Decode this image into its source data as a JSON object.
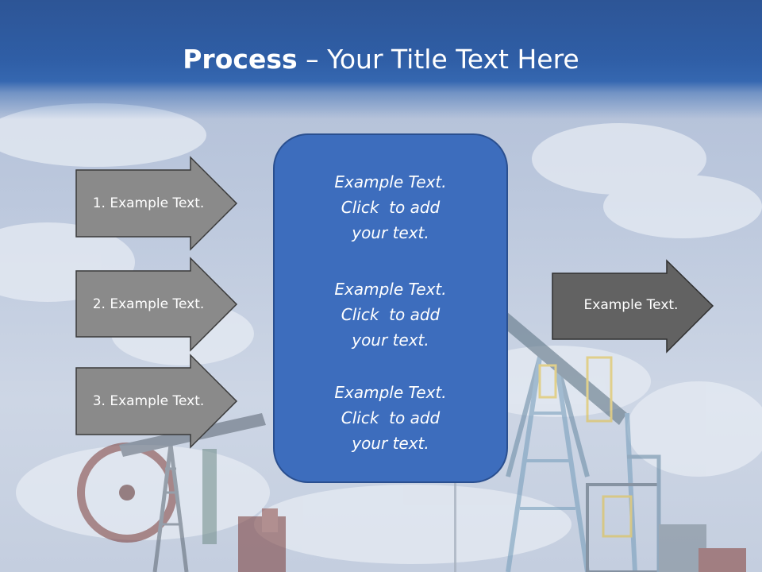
{
  "slide": {
    "title_bold": "Process",
    "title_rest": " – Your Title Text Here"
  },
  "left_arrows": [
    {
      "label": "1. Example Text."
    },
    {
      "label": "2. Example Text."
    },
    {
      "label": "3. Example Text."
    }
  ],
  "center_box": {
    "items": [
      {
        "line1": "Example Text.",
        "line2": "Click  to add",
        "line3": "your text."
      },
      {
        "line1": "Example Text.",
        "line2": "Click  to add",
        "line3": "your text."
      },
      {
        "line1": "Example Text.",
        "line2": "Click  to add",
        "line3": "your text."
      }
    ]
  },
  "right_arrow": {
    "label": "Example Text."
  },
  "colors": {
    "title_band": "#2f5ea6",
    "center_box_fill": "#3d6dbd",
    "center_box_border": "#2a4f8f",
    "left_arrow_fill": "#8a8a8a",
    "right_arrow_fill": "#626262",
    "arrow_border": "#3a3a3a"
  }
}
